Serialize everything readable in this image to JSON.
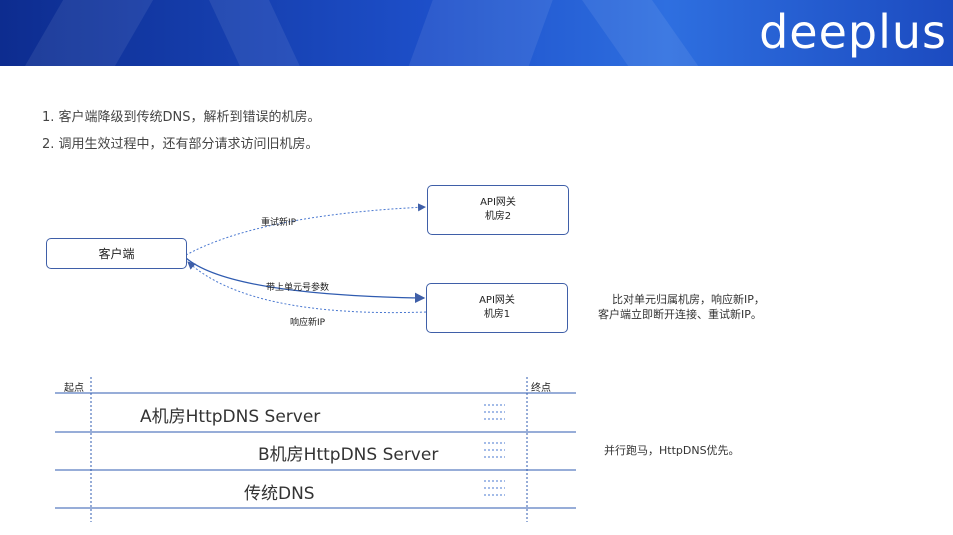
{
  "header": {
    "logo": "deeplus"
  },
  "bullets": [
    "1. 客户端降级到传统DNS，解析到错误的机房。",
    "2. 调用生效过程中，还有部分请求访问旧机房。"
  ],
  "diagram": {
    "client": "客户端",
    "gateway2": {
      "line1": "API网关",
      "line2": "机房2"
    },
    "gateway1": {
      "line1": "API网关",
      "line2": "机房1"
    },
    "edge_retry": "重试新IP",
    "edge_param": "带上单元号参数",
    "edge_response": "响应新IP",
    "note": {
      "line1": "比对单元归属机房，响应新IP，",
      "line2": "客户端立即断开连接、重试新IP。"
    }
  },
  "race": {
    "start": "起点",
    "end": "终点",
    "servers": [
      "A机房HttpDNS Server",
      "B机房HttpDNS Server",
      "传统DNS"
    ],
    "note": "并行跑马，HttpDNS优先。"
  },
  "colors": {
    "accent": "#1d4fc9",
    "line": "#3f5fa8",
    "dotted": "#4a78d0"
  }
}
